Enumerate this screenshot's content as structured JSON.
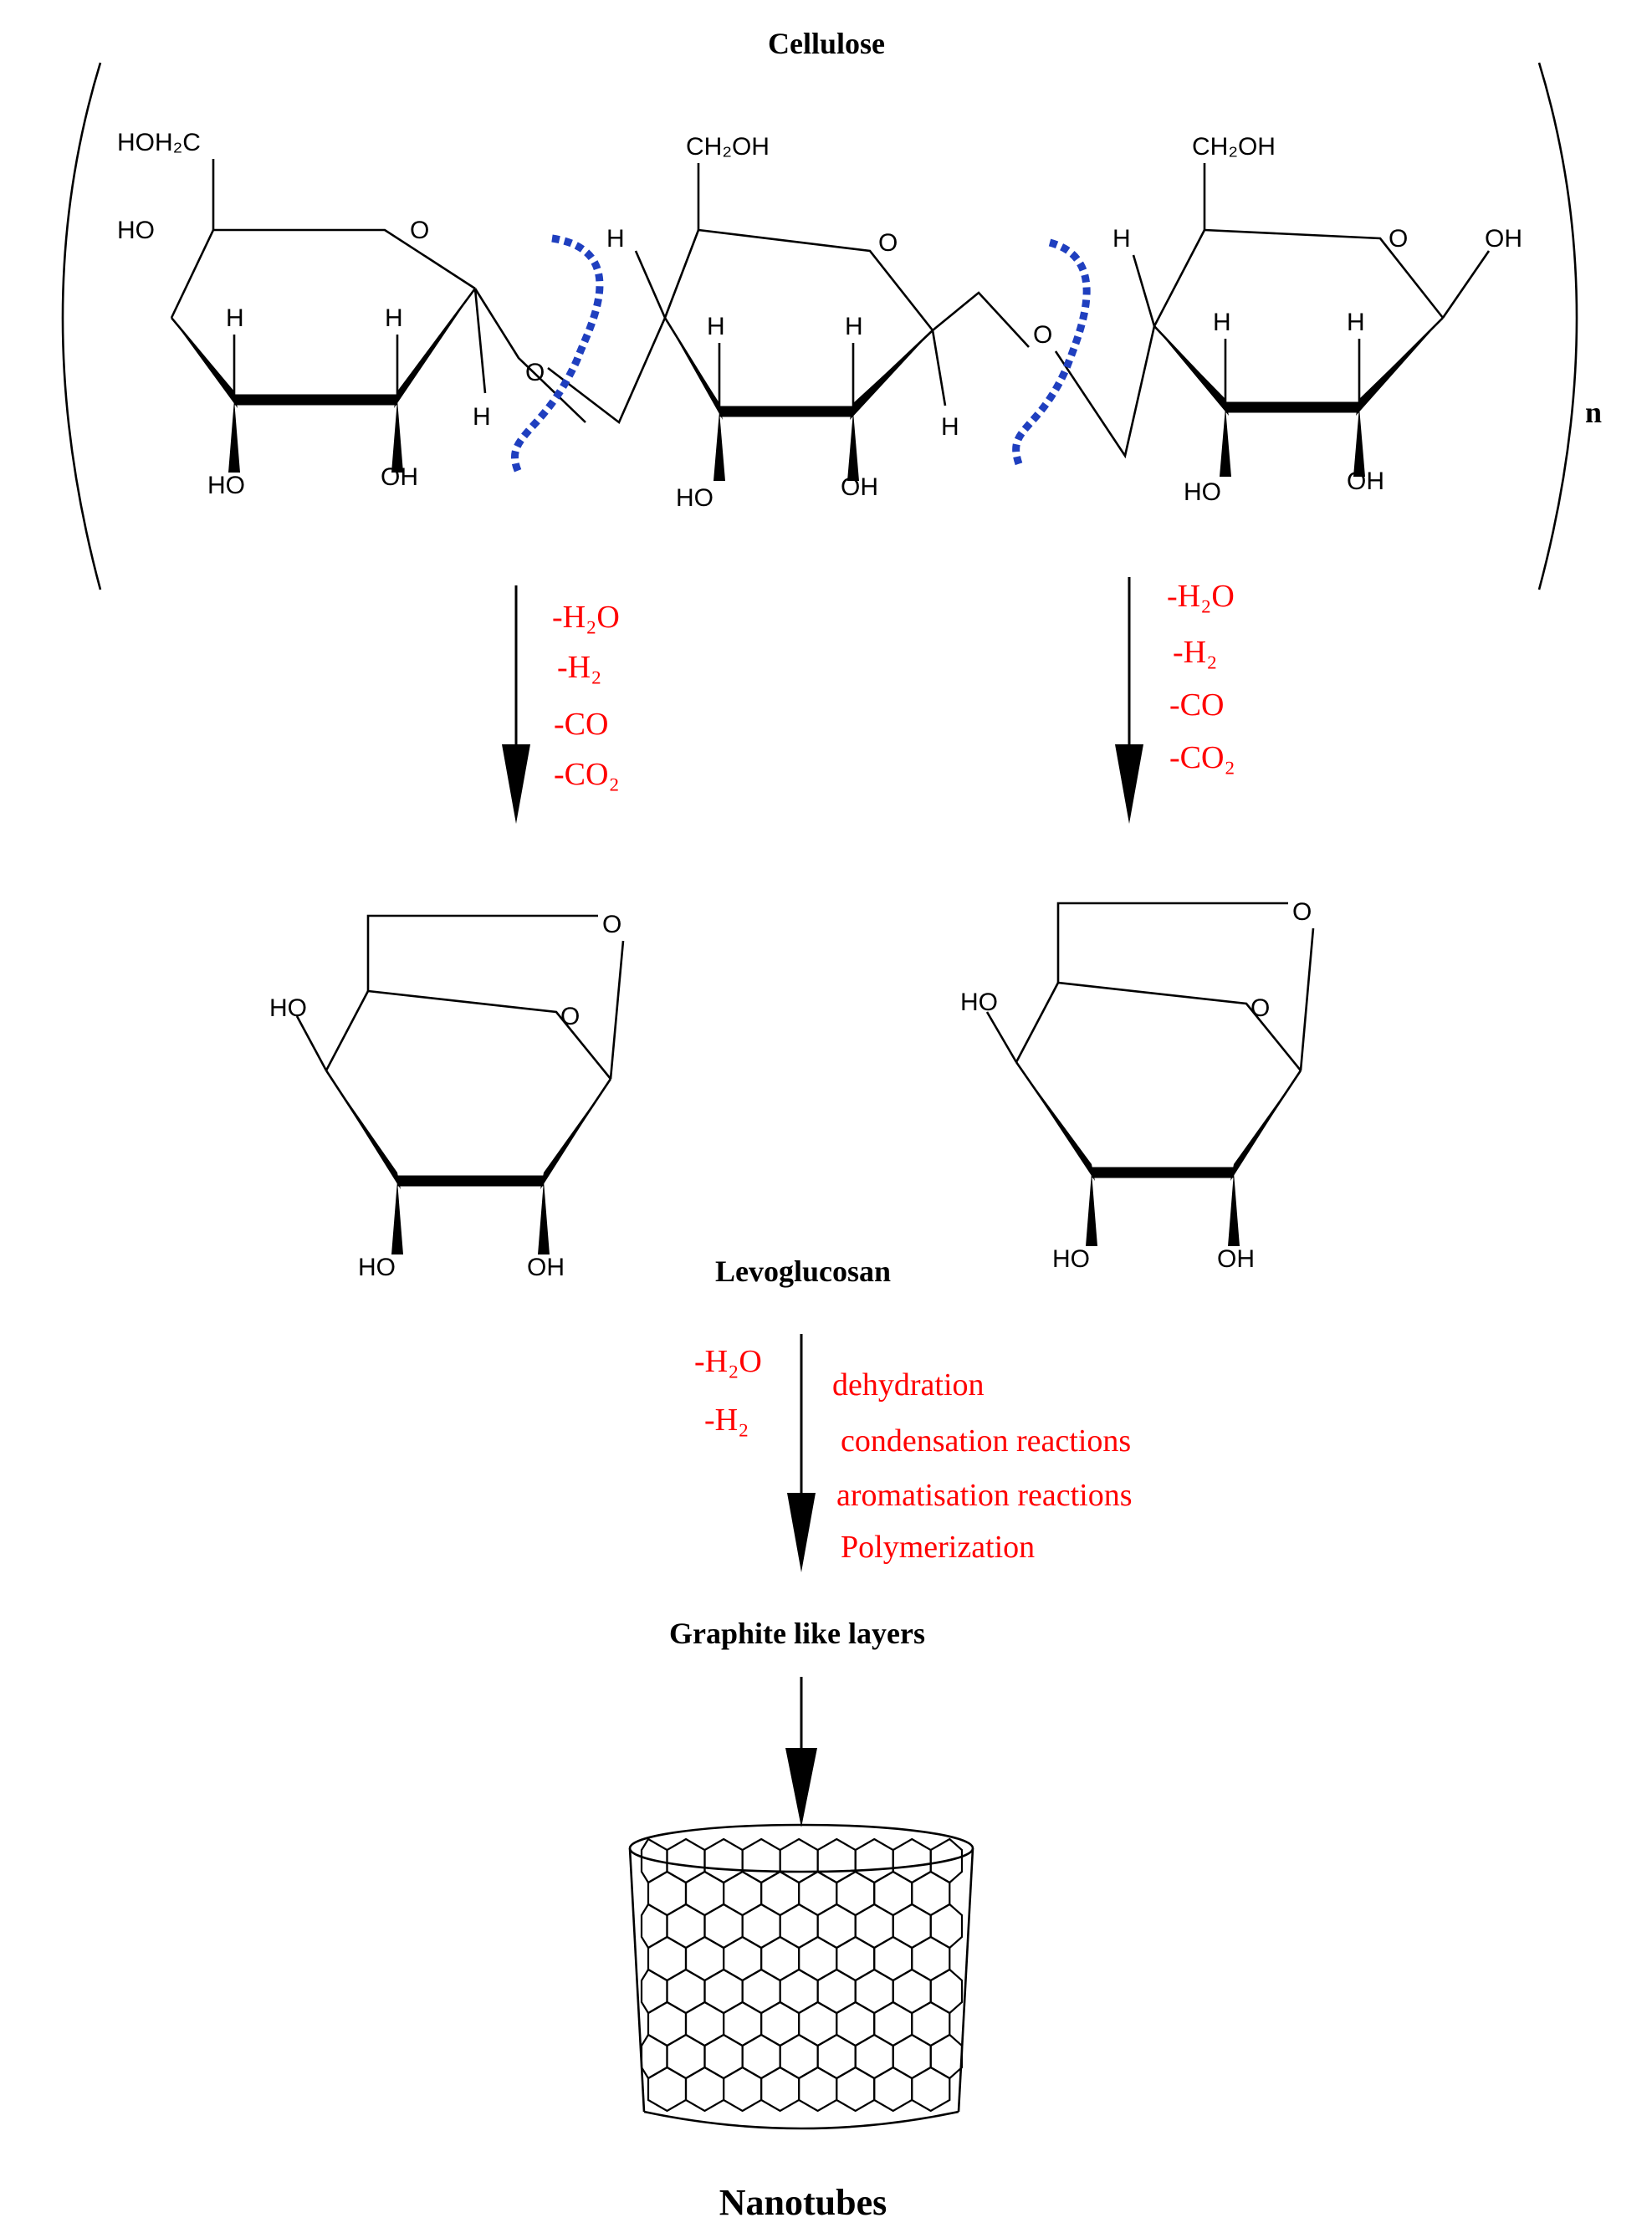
{
  "title": "Cellulose",
  "repeat_subscript": "n",
  "atom_labels": {
    "hoh2c": "HOH₂C",
    "ch2oh": "CH₂OH",
    "ho": "HO",
    "oh": "OH",
    "o": "O",
    "h": "H"
  },
  "step1_conditions": [
    "-H₂O",
    "-H₂",
    "-CO",
    "-CO₂"
  ],
  "intermediate_label": "Levoglucosan",
  "step2_losses": [
    "-H₂O",
    "-H₂"
  ],
  "step2_processes": [
    "dehydration",
    "condensation reactions",
    "aromatisation reactions",
    "Polymerization"
  ],
  "graphite_label": "Graphite like layers",
  "product_label": "Nanotubes",
  "colors": {
    "condition_text": "#ff0000",
    "cleavage_marks": "#1f3fbf",
    "structure": "#000000"
  }
}
